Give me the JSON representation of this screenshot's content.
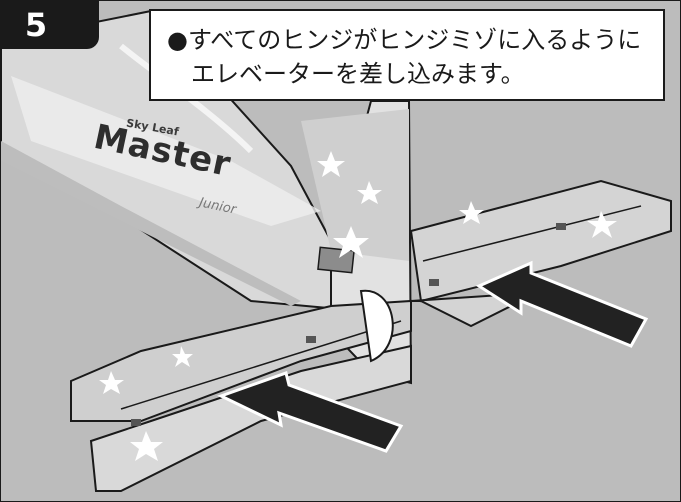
{
  "step": {
    "number": "5"
  },
  "instruction": {
    "line1": "●すべてのヒンジがヒンジミゾに入るように",
    "line2": "エレベーターを差し込みます。"
  },
  "brand": {
    "small": "Sky Leaf",
    "main": "Master",
    "script": "Junior"
  },
  "colors": {
    "background": "#bdbdbd",
    "ink": "#1a1a1a",
    "arrow": "#222222",
    "panel": "#d9d9d9",
    "highlight": "#ffffff"
  }
}
